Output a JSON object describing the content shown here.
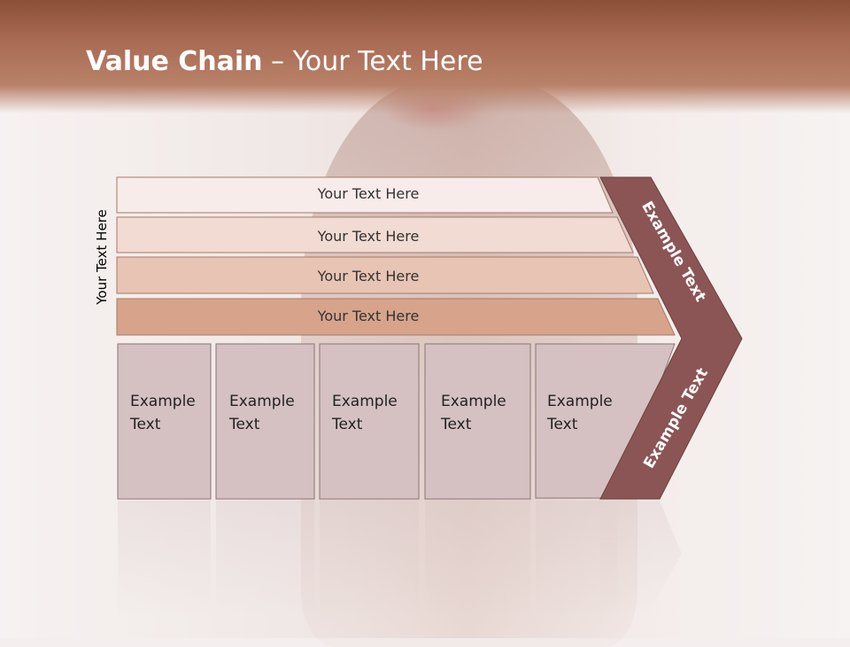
{
  "title": {
    "bold": "Value Chain",
    "rest": " – Your Text Here"
  },
  "side_label": "Your Text Here",
  "bars": [
    {
      "label": "Your Text Here",
      "fill": "#f7ece9"
    },
    {
      "label": "Your Text Here",
      "fill": "#f1dbd3"
    },
    {
      "label": "Your Text Here",
      "fill": "#e8c4b5"
    },
    {
      "label": "Your Text Here",
      "fill": "#d7a48b"
    }
  ],
  "cells": [
    {
      "line1": "Example",
      "line2": "Text"
    },
    {
      "line1": "Example",
      "line2": "Text"
    },
    {
      "line1": "Example",
      "line2": "Text"
    },
    {
      "line1": "Example",
      "line2": "Text"
    },
    {
      "line1": "Example",
      "line2": "Text"
    }
  ],
  "arrow_labels": {
    "upper": "Example Text",
    "lower": "Example Text"
  },
  "colors": {
    "header": "#a86a52",
    "arrow": "#8c5555",
    "cell": "#d5c1c2"
  }
}
